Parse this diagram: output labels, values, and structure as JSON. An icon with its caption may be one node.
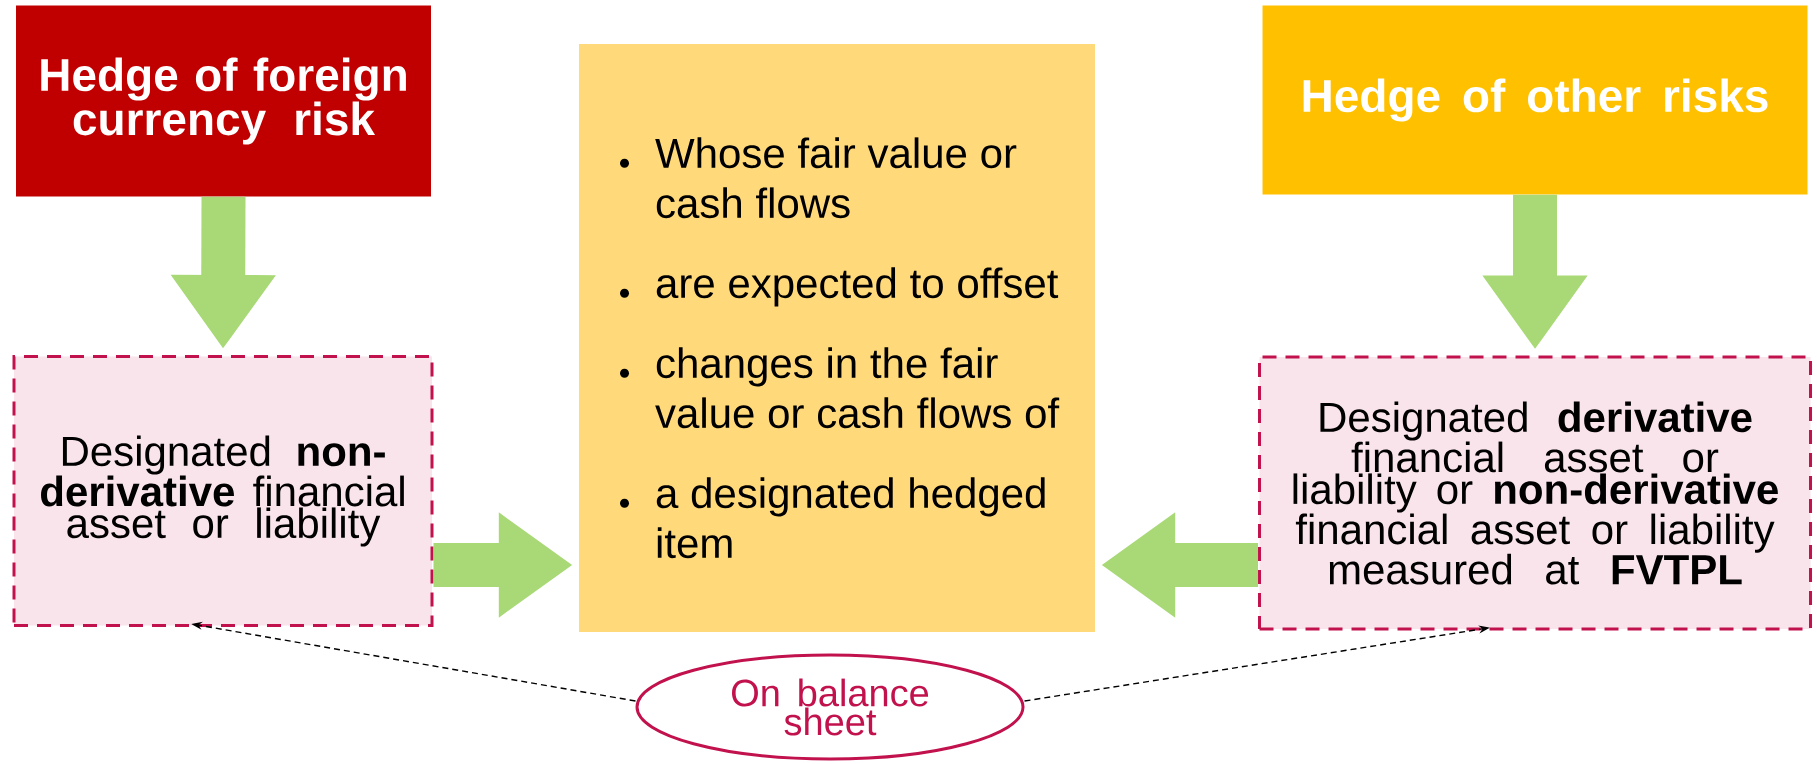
{
  "diagram": {
    "nodes": [
      {
        "text": [
          "Hedge of foreign currency risk"
        ]
      },
      {
        "text": [
          "Hedge of other risks"
        ]
      },
      {
        "text": [
          "Designated **non-derivative** financial asset or liability"
        ]
      },
      {
        "text": [
          "Whose fair value or cash flows",
          "are expected to offset",
          "changes in the fair value or cash flows of",
          "a designated hedged item"
        ]
      },
      {
        "text": [
          "Designated **derivative** financial asset or liability or **non-derivative** financial asset or liability measured at **FVTPL**"
        ]
      },
      {
        "text": [
          "On balance sheet"
        ]
      }
    ],
    "edges": [
      {
        "from": 0,
        "to": 2,
        "arrow": "to"
      },
      {
        "from": 1,
        "to": 4,
        "arrow": "to"
      },
      {
        "from": 2,
        "to": 3,
        "arrow": "to"
      },
      {
        "from": 4,
        "to": 3,
        "arrow": "to"
      },
      {
        "from": 5,
        "to": 2,
        "arrow": "to",
        "style": "dashed",
        "color": "#000000"
      },
      {
        "from": 5,
        "to": 4,
        "arrow": "to",
        "style": "dashed",
        "color": "#000000"
      }
    ]
  }
}
